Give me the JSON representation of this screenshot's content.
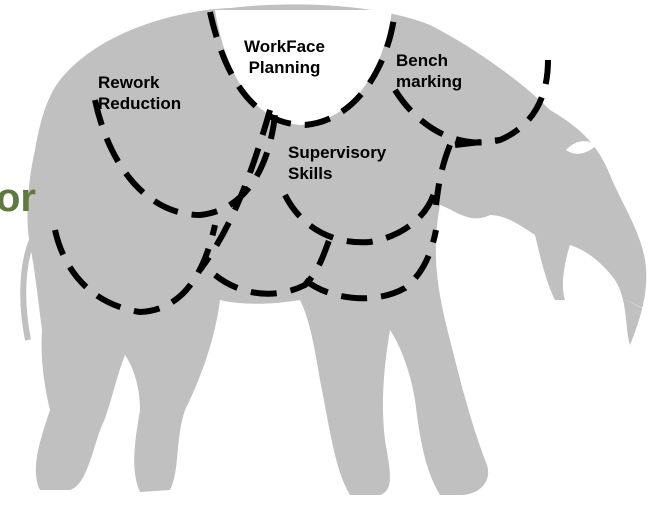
{
  "colors": {
    "elephant": "#c0c0c0",
    "dashes": "#000000",
    "cutout": "#ffffff",
    "edge_text": "#5f7a3f"
  },
  "edge_text": "or",
  "segments": [
    {
      "id": "workface",
      "lines": [
        "WorkFace",
        "Planning"
      ]
    },
    {
      "id": "bench",
      "lines": [
        "Bench",
        "marking"
      ]
    },
    {
      "id": "rework",
      "lines": [
        "Rework",
        "Reduction"
      ]
    },
    {
      "id": "supervisory",
      "lines": [
        "Supervisory",
        "Skills"
      ]
    }
  ]
}
